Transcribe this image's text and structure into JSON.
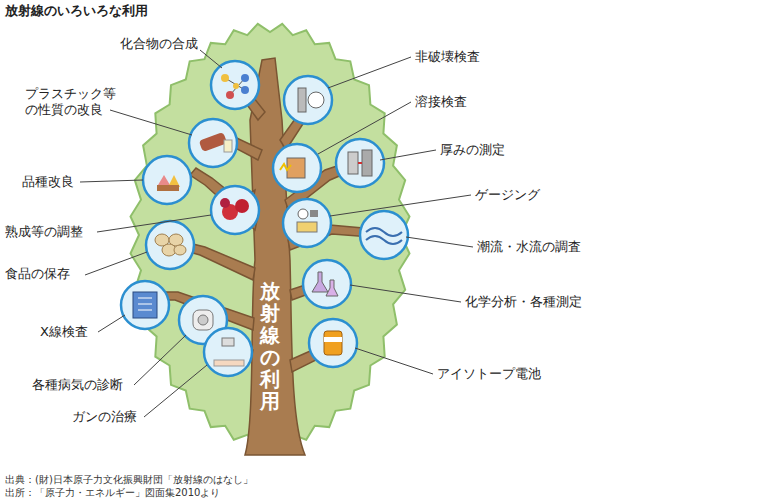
{
  "diagram": {
    "title": "放射線のいろいろな利用",
    "caption": "出典：(財)日本原子力文化振興財団「放射線のはなし」",
    "labels": [
      "化合物の合成",
      "プラスチック等 の性質の改良",
      "品種改良",
      "熟成等の調整",
      "食品の保存",
      "X線検査",
      "各種病気の診断",
      "ガンの治療",
      "非破壊検査",
      "溶接検査",
      "厚みの測定",
      "ゲージング",
      "潮流・水流の調査",
      "化学分析・各種測定",
      "アイソトープ電池",
      "放射線の利用",
      "出所：「原子力・エネルギー」図面集2010より"
    ]
  }
}
